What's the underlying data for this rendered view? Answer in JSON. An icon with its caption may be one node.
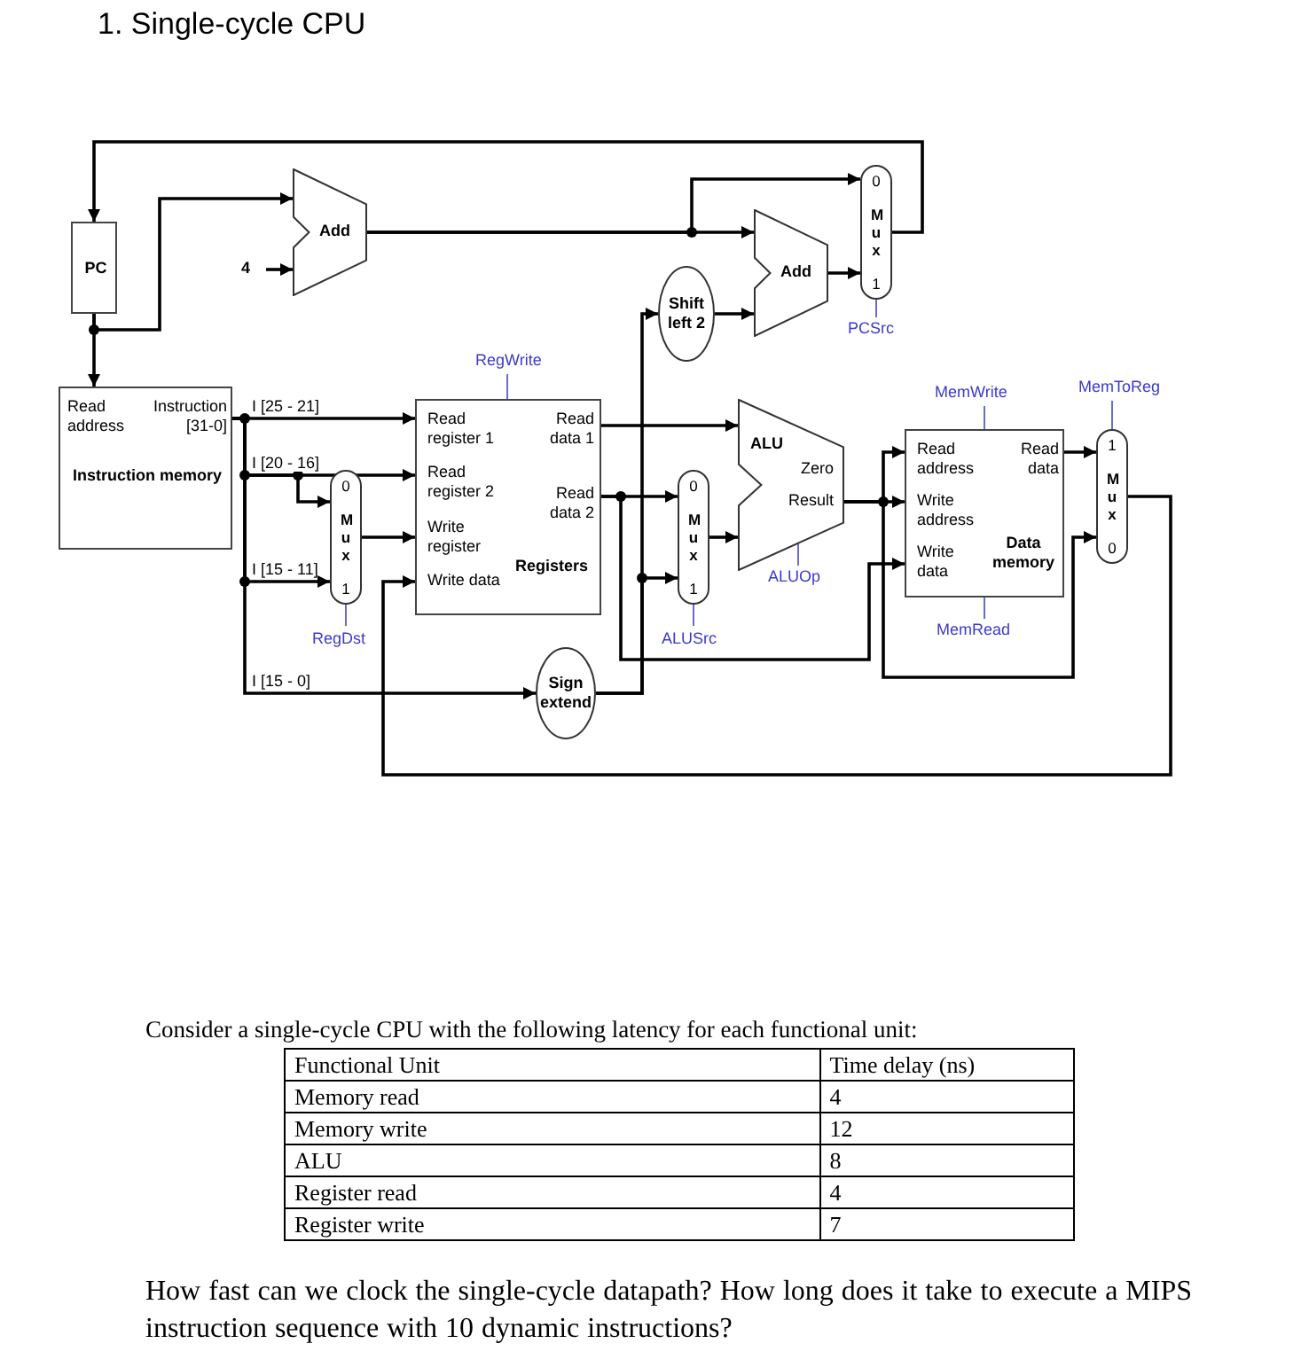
{
  "diagram": {
    "title": "1. Single-cycle CPU",
    "nodes": [
      {
        "text": [
          "PC"
        ]
      },
      {
        "text": [
          "Add"
        ]
      },
      {
        "text": [
          "4"
        ]
      },
      {
        "text": [
          "Shift left 2"
        ]
      },
      {
        "text": [
          "Add"
        ]
      },
      {
        "text": [
          "0",
          "M u x",
          "1"
        ],
        "beside": [
          "PCSrc"
        ]
      },
      {
        "text": [
          "Read address",
          "Instruction [31-0]",
          "Instruction memory"
        ]
      },
      {
        "text": [
          "0",
          "M u x",
          "1"
        ],
        "beside": [
          "RegDst"
        ]
      },
      {
        "text": [
          "Read register 1",
          "Read register 2",
          "Write register",
          "Write data",
          "Read data 1",
          "Read data 2",
          "Registers"
        ],
        "beside": [
          "RegWrite"
        ]
      },
      {
        "text": [
          "Sign extend"
        ]
      },
      {
        "text": [
          "0",
          "M u x",
          "1"
        ],
        "beside": [
          "ALUSrc"
        ]
      },
      {
        "text": [
          "ALU",
          "Zero",
          "Result"
        ],
        "beside": [
          "ALUOp"
        ]
      },
      {
        "text": [
          "Read address",
          "Write address",
          "Write data",
          "Read data",
          "Data memory"
        ],
        "beside": [
          "MemWrite",
          "MemRead"
        ]
      },
      {
        "text": [
          "1",
          "M u x",
          "0"
        ],
        "beside": [
          "MemToReg"
        ]
      }
    ],
    "edges": [
      {
        "from": 0,
        "to": 1,
        "arrow": "to"
      },
      {
        "from": 2,
        "to": 1,
        "arrow": "to"
      },
      {
        "from": 0,
        "to": 6,
        "arrow": "to"
      },
      {
        "from": 1,
        "to": 5,
        "arrow": "to"
      },
      {
        "from": 1,
        "to": 4,
        "arrow": "to"
      },
      {
        "from": 3,
        "to": 4,
        "arrow": "to"
      },
      {
        "from": 4,
        "to": 5,
        "arrow": "to"
      },
      {
        "from": 5,
        "to": 0,
        "arrow": "to"
      },
      {
        "from": 6,
        "to": 8,
        "label": "I [25 - 21]",
        "arrow": "to"
      },
      {
        "from": 6,
        "to": 8,
        "label": "I [20 - 16]",
        "arrow": "to"
      },
      {
        "from": 6,
        "to": 7,
        "arrow": "to"
      },
      {
        "from": 6,
        "to": 7,
        "label": "I [15 - 11]",
        "arrow": "to"
      },
      {
        "from": 7,
        "to": 8,
        "arrow": "to"
      },
      {
        "from": 6,
        "to": 9,
        "label": "I [15 - 0]",
        "arrow": "to"
      },
      {
        "from": 9,
        "to": 3,
        "arrow": "to"
      },
      {
        "from": 9,
        "to": 10,
        "arrow": "to"
      },
      {
        "from": 8,
        "to": 11,
        "arrow": "to"
      },
      {
        "from": 8,
        "to": 10,
        "arrow": "to"
      },
      {
        "from": 8,
        "to": 12,
        "arrow": "to"
      },
      {
        "from": 10,
        "to": 11,
        "arrow": "to"
      },
      {
        "from": 11,
        "to": 12,
        "arrow": "to"
      },
      {
        "from": 11,
        "to": 12,
        "arrow": "to"
      },
      {
        "from": 11,
        "to": 13,
        "arrow": "to"
      },
      {
        "from": 12,
        "to": 13,
        "arrow": "to"
      },
      {
        "from": 13,
        "to": 8,
        "arrow": "to"
      }
    ],
    "labels": [
      "Consider a single-cycle CPU with the following latency for each functional unit:",
      "Functional Unit",
      "Time delay (ns)",
      "Memory read",
      "4",
      "Memory write",
      "12",
      "ALU",
      "8",
      "Register read",
      "4",
      "Register write",
      "7",
      "How fast can we clock the single-cycle datapath? How long does it take to execute a MIPS instruction sequence with 10 dynamic instructions?"
    ]
  }
}
